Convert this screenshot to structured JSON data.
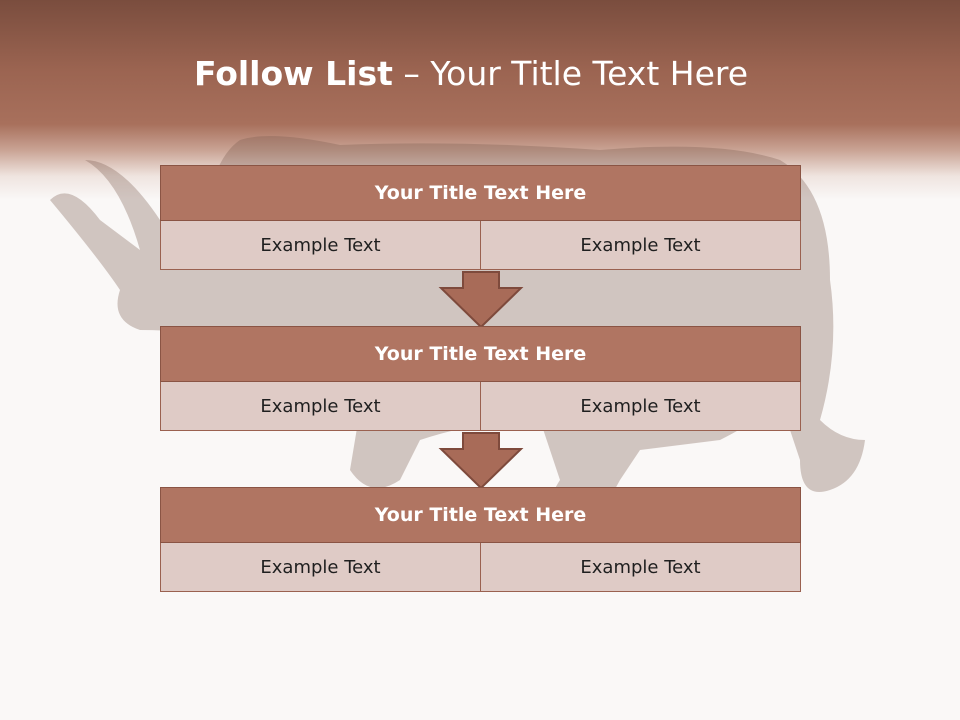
{
  "slide": {
    "title_bold": "Follow List",
    "title_rest": " – Your Title Text Here"
  },
  "blocks": [
    {
      "title": "Your Title Text Here",
      "cells": [
        "Example Text",
        "Example Text"
      ]
    },
    {
      "title": "Your Title Text Here",
      "cells": [
        "Example Text",
        "Example Text"
      ]
    },
    {
      "title": "Your Title Text Here",
      "cells": [
        "Example Text",
        "Example Text"
      ]
    }
  ],
  "colors": {
    "header": "#9b6451",
    "title_fill": "#b07562",
    "cell_fill": "#dfcbc6",
    "background": "#faf8f7"
  },
  "icons": [
    "down-arrow-icon",
    "down-arrow-icon"
  ]
}
